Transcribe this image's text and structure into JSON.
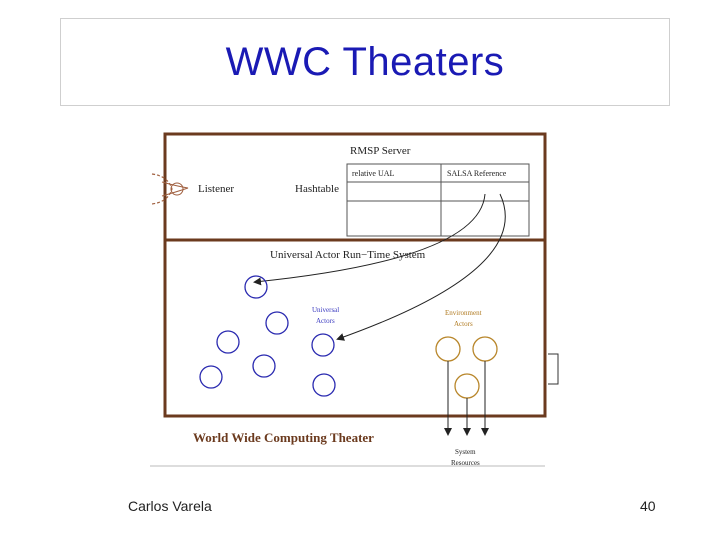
{
  "slide": {
    "title": "WWC Theaters",
    "author": "Carlos Varela",
    "page_number": "40"
  },
  "figure": {
    "server_label": "RMSP Server",
    "listener_label": "Listener",
    "hashtable_label": "Hashtable",
    "table_col1": "relative UAL",
    "table_col2": "SALSA Reference",
    "runtime_label": "Universal Actor Run−Time System",
    "universal_actors_line1": "Universal",
    "universal_actors_line2": "Actors",
    "environment_actors_line1": "Environment",
    "environment_actors_line2": "Actors",
    "theater_label": "World Wide Computing Theater",
    "system_resources_line1": "System",
    "system_resources_line2": "Resources",
    "colors": {
      "frame": "#6b3a1e",
      "universal_actor": "#2a2ab0",
      "environment_actor": "#b8862a",
      "universal_text": "#3a3ac0",
      "environment_text": "#b07a20",
      "title": "#1a1ab4"
    }
  }
}
